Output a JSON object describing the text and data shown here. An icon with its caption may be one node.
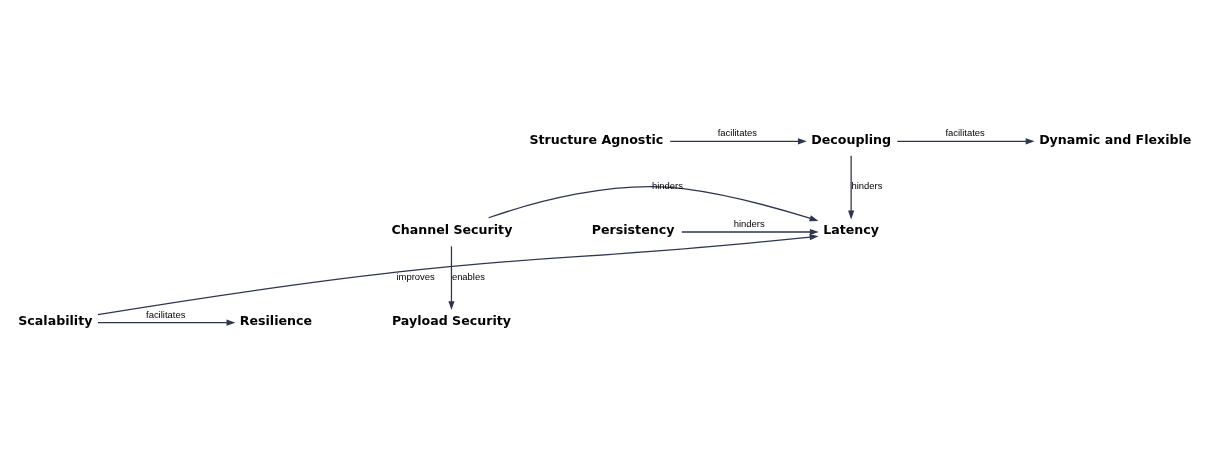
{
  "diagram": {
    "nodes": [
      {
        "text": [
          "Structure Agnostic"
        ]
      },
      {
        "text": [
          "Decoupling"
        ]
      },
      {
        "text": [
          "Dynamic and Flexible"
        ]
      },
      {
        "text": [
          "Channel Security"
        ]
      },
      {
        "text": [
          "Latency"
        ]
      },
      {
        "text": [
          "Persistency"
        ]
      },
      {
        "text": [
          "Payload Security"
        ]
      },
      {
        "text": [
          "Scalability"
        ]
      },
      {
        "text": [
          "Resilience"
        ]
      }
    ],
    "edges": [
      {
        "from": 0,
        "to": 1,
        "arrow": "to",
        "label": "facilitates"
      },
      {
        "from": 1,
        "to": 2,
        "arrow": "to",
        "label": "facilitates"
      },
      {
        "from": 1,
        "to": 4,
        "arrow": "to",
        "label": "hinders"
      },
      {
        "from": 3,
        "to": 4,
        "arrow": "to",
        "label": "hinders"
      },
      {
        "from": 5,
        "to": 4,
        "arrow": "to",
        "label": "hinders"
      },
      {
        "from": 3,
        "to": 6,
        "arrow": "to",
        "label": "enables"
      },
      {
        "from": 7,
        "to": 4,
        "arrow": "to",
        "label": "improves"
      },
      {
        "from": 7,
        "to": 8,
        "arrow": "to",
        "label": "facilitates"
      }
    ]
  }
}
